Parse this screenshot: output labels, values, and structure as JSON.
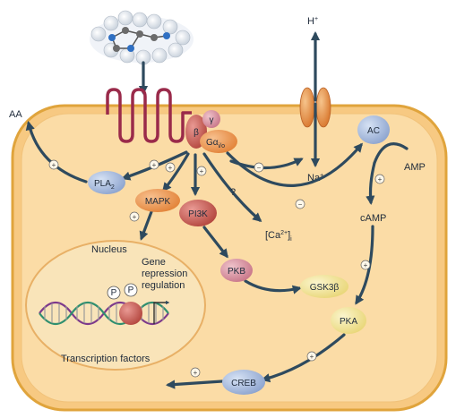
{
  "colors": {
    "cell_fill": "#fbd9a1",
    "cell_border": "#e0a43c",
    "nucleus_fill": "#f9e3b8",
    "receptor": "#9a2a4a",
    "arrow": "#2e4a5e",
    "blue_node": "#9fb4d8",
    "orange_node": "#ee9a55",
    "pink_node": "#d993a2",
    "yellow_node": "#f4e9a0"
  },
  "icons": {
    "ligand": "molecule-icon",
    "ion_channel": "ion-channel-icon",
    "dna": "dna-helix-icon"
  },
  "labels": {
    "aa": "AA",
    "h_plus": "H",
    "h_plus_sup": "+",
    "na_plus": "Na",
    "na_plus_sup": "+",
    "amp": "AMP",
    "camp": "cAMP",
    "ca_main": "[Ca",
    "ca_sup": "2+",
    "ca_close": "]",
    "ca_sub": "i",
    "question": "?",
    "nucleus": "Nucleus",
    "gene_line1": "Gene",
    "gene_line2": "repression",
    "gene_line3": "regulation",
    "transcription": "Transcription factors"
  },
  "g_protein": {
    "beta": "β",
    "gamma": "γ",
    "alpha": "Gα",
    "alpha_sub": "i/o"
  },
  "nodes": {
    "pla2": "PLA",
    "pla2_sub": "2",
    "mapk": "MAPK",
    "pi3k": "PI3K",
    "pkb": "PKB",
    "gsk3b": "GSK3β",
    "ac": "AC",
    "pka": "PKA",
    "creb": "CREB",
    "p": "P"
  },
  "signs": {
    "plus": "+",
    "minus": "−"
  }
}
